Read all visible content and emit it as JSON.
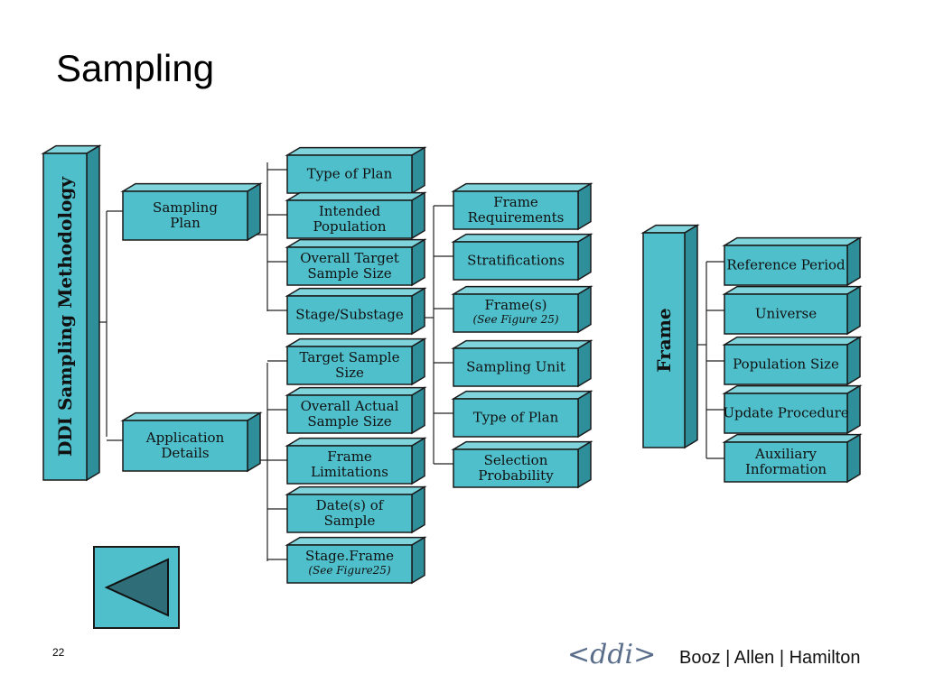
{
  "slide": {
    "title": "Sampling",
    "page_number": "22"
  },
  "root": {
    "label": "DDI Sampling Methodology"
  },
  "level1": [
    {
      "label": "Sampling Plan"
    },
    {
      "label": "Application Details"
    }
  ],
  "sampling_plan_children": [
    {
      "label": "Type of Plan"
    },
    {
      "label": "Intended Population"
    },
    {
      "label": "Overall Target Sample Size"
    },
    {
      "label": "Stage/Substage"
    }
  ],
  "application_details_children": [
    {
      "label": "Target Sample Size"
    },
    {
      "label": "Overall Actual Sample Size"
    },
    {
      "label": "Frame Limitations"
    },
    {
      "label": "Date(s) of Sample"
    },
    {
      "label": "Stage.Frame",
      "note": "(See Figure25)"
    }
  ],
  "stage_children": [
    {
      "label": "Frame Requirements"
    },
    {
      "label": "Stratifications"
    },
    {
      "label": "Frame(s)",
      "note": "(See Figure 25)"
    },
    {
      "label": "Sampling Unit"
    },
    {
      "label": "Type of Plan"
    },
    {
      "label": "Selection Probability"
    }
  ],
  "frame": {
    "label": "Frame",
    "children": [
      {
        "label": "Reference Period"
      },
      {
        "label": "Universe"
      },
      {
        "label": "Population Size"
      },
      {
        "label": "Update Procedure"
      },
      {
        "label": "Auxiliary Information"
      }
    ]
  },
  "nav": {
    "back_icon": "back-triangle-icon"
  },
  "footer": {
    "logo_text": "<ddi>",
    "company": "Booz | Allen | Hamilton"
  },
  "colors": {
    "box_front": "#4fbfcb",
    "box_top": "#7fd3da",
    "box_side": "#2e8f9a",
    "stroke": "#1a1a1a"
  }
}
